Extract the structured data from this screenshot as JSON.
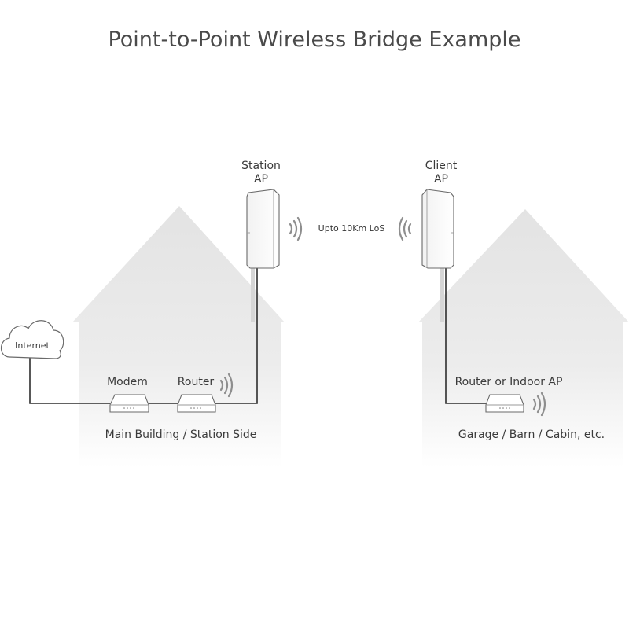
{
  "title": "Point-to-Point Wireless Bridge Example",
  "link_label": "Upto 10Km LoS",
  "station_ap": {
    "line1": "Station",
    "line2": "AP"
  },
  "client_ap": {
    "line1": "Client",
    "line2": "AP"
  },
  "main_building": {
    "caption": "Main Building / Station Side",
    "internet_label": "Internet",
    "modem_label": "Modem",
    "router_label": "Router"
  },
  "remote_building": {
    "caption": "Garage / Barn / Cabin, etc.",
    "router_label": "Router or Indoor AP"
  },
  "colors": {
    "house_fill": "#e6e6e6",
    "cable": "#2e2e2e",
    "wave": "#8e8e8e"
  }
}
